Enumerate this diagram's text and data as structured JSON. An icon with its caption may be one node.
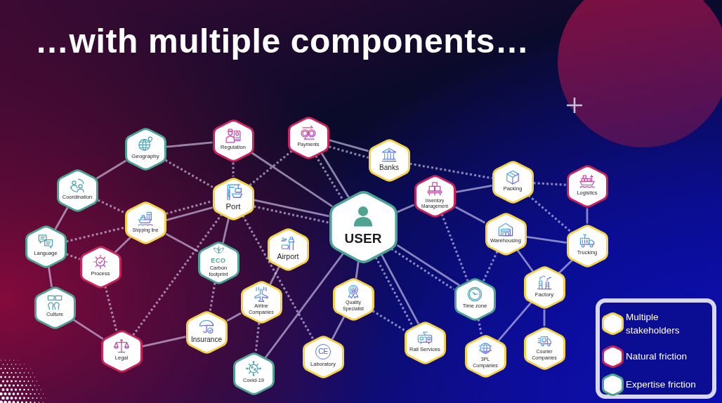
{
  "diagram": {
    "title": "…with multiple components…",
    "nodes": [
      {
        "text": [
          "Geography"
        ]
      },
      {
        "text": [
          "Regulation"
        ]
      },
      {
        "text": [
          "Payments"
        ]
      },
      {
        "text": [
          "Banks"
        ]
      },
      {
        "text": [
          "Coordination"
        ]
      },
      {
        "text": [
          "Port"
        ]
      },
      {
        "text": [
          "USER"
        ]
      },
      {
        "text": [
          "Inventory Management"
        ]
      },
      {
        "text": [
          "Packing"
        ]
      },
      {
        "text": [
          "Logistics"
        ]
      },
      {
        "text": [
          "Shipping line"
        ]
      },
      {
        "text": [
          "Language"
        ]
      },
      {
        "text": [
          "Process"
        ]
      },
      {
        "text": [
          "ECO",
          "Carbon footprint"
        ]
      },
      {
        "text": [
          "Airport"
        ]
      },
      {
        "text": [
          "Warehousing"
        ]
      },
      {
        "text": [
          "Trucking"
        ]
      },
      {
        "text": [
          "Culture"
        ]
      },
      {
        "text": [
          "Airline Companies"
        ]
      },
      {
        "text": [
          "Quality Specialist"
        ]
      },
      {
        "text": [
          "Time zone"
        ]
      },
      {
        "text": [
          "Factory"
        ]
      },
      {
        "text": [
          "Legal"
        ]
      },
      {
        "text": [
          "Insurance"
        ]
      },
      {
        "text": [
          "Rail Services"
        ]
      },
      {
        "text": [
          "3PL Companies"
        ]
      },
      {
        "text": [
          "Courier Companies"
        ]
      },
      {
        "text": [
          "CE",
          "Laboratory"
        ]
      },
      {
        "text": [
          "Covid-19"
        ]
      }
    ],
    "edges": [
      {
        "from": 0,
        "to": 1,
        "arrow": "none"
      },
      {
        "from": 0,
        "to": 4,
        "arrow": "none"
      },
      {
        "from": 0,
        "to": 5,
        "arrow": "none",
        "style": "dashed"
      },
      {
        "from": 1,
        "to": 5,
        "arrow": "none",
        "style": "dashed"
      },
      {
        "from": 1,
        "to": 6,
        "arrow": "none"
      },
      {
        "from": 2,
        "to": 3,
        "arrow": "none"
      },
      {
        "from": 2,
        "to": 3,
        "arrow": "none",
        "style": "dashed"
      },
      {
        "from": 2,
        "to": 6,
        "arrow": "none"
      },
      {
        "from": 2,
        "to": 6,
        "arrow": "none",
        "style": "dashed"
      },
      {
        "from": 2,
        "to": 5,
        "arrow": "none",
        "style": "dashed"
      },
      {
        "from": 3,
        "to": 8,
        "arrow": "none",
        "style": "dashed"
      },
      {
        "from": 4,
        "to": 10,
        "arrow": "none",
        "style": "dashed"
      },
      {
        "from": 4,
        "to": 11,
        "arrow": "none"
      },
      {
        "from": 10,
        "to": 5,
        "arrow": "none"
      },
      {
        "from": 10,
        "to": 5,
        "arrow": "none",
        "style": "dashed"
      },
      {
        "from": 11,
        "to": 10,
        "arrow": "none",
        "style": "dashed"
      },
      {
        "from": 11,
        "to": 12,
        "arrow": "none",
        "style": "dashed"
      },
      {
        "from": 11,
        "to": 17,
        "arrow": "none"
      },
      {
        "from": 10,
        "to": 12,
        "arrow": "none"
      },
      {
        "from": 10,
        "to": 13,
        "arrow": "none"
      },
      {
        "from": 5,
        "to": 6,
        "arrow": "none"
      },
      {
        "from": 5,
        "to": 6,
        "arrow": "none",
        "style": "dashed"
      },
      {
        "from": 5,
        "to": 13,
        "arrow": "none"
      },
      {
        "from": 22,
        "to": 5,
        "arrow": "none",
        "style": "dashed"
      },
      {
        "from": 5,
        "to": 27,
        "arrow": "none",
        "style": "dashed"
      },
      {
        "from": 12,
        "to": 22,
        "arrow": "none",
        "style": "dashed"
      },
      {
        "from": 17,
        "to": 22,
        "arrow": "none"
      },
      {
        "from": 22,
        "to": 23,
        "arrow": "none"
      },
      {
        "from": 13,
        "to": 23,
        "arrow": "none",
        "style": "dashed"
      },
      {
        "from": 23,
        "to": 18,
        "arrow": "none"
      },
      {
        "from": 18,
        "to": 14,
        "arrow": "none"
      },
      {
        "from": 18,
        "to": 28,
        "arrow": "none",
        "style": "dashed"
      },
      {
        "from": 28,
        "to": 6,
        "arrow": "none"
      },
      {
        "from": 6,
        "to": 7,
        "arrow": "none"
      },
      {
        "from": 7,
        "to": 8,
        "arrow": "none"
      },
      {
        "from": 7,
        "to": 15,
        "arrow": "none"
      },
      {
        "from": 7,
        "to": 20,
        "arrow": "none",
        "style": "dashed"
      },
      {
        "from": 8,
        "to": 9,
        "arrow": "none",
        "style": "dashed"
      },
      {
        "from": 8,
        "to": 16,
        "arrow": "none",
        "style": "dashed"
      },
      {
        "from": 9,
        "to": 16,
        "arrow": "none"
      },
      {
        "from": 15,
        "to": 16,
        "arrow": "none"
      },
      {
        "from": 15,
        "to": 21,
        "arrow": "none"
      },
      {
        "from": 15,
        "to": 20,
        "arrow": "none",
        "style": "dashed"
      },
      {
        "from": 20,
        "to": 25,
        "arrow": "none",
        "style": "dashed"
      },
      {
        "from": 16,
        "to": 21,
        "arrow": "none"
      },
      {
        "from": 21,
        "to": 25,
        "arrow": "none"
      },
      {
        "from": 21,
        "to": 26,
        "arrow": "none"
      },
      {
        "from": 6,
        "to": 20,
        "arrow": "none"
      },
      {
        "from": 6,
        "to": 20,
        "arrow": "none",
        "style": "dashed"
      },
      {
        "from": 6,
        "to": 24,
        "arrow": "none"
      },
      {
        "from": 6,
        "to": 24,
        "arrow": "none",
        "style": "dashed"
      },
      {
        "from": 6,
        "to": 19,
        "arrow": "none"
      },
      {
        "from": 19,
        "to": 27,
        "arrow": "none"
      },
      {
        "from": 19,
        "to": 24,
        "arrow": "none",
        "style": "dashed"
      }
    ],
    "legend": [
      {
        "text": "Multiple stakeholders",
        "color": "#f6d24a"
      },
      {
        "text": "Natural friction",
        "color": "#c8245a"
      },
      {
        "text": "Expertise friction",
        "color": "#4ea393"
      }
    ]
  }
}
